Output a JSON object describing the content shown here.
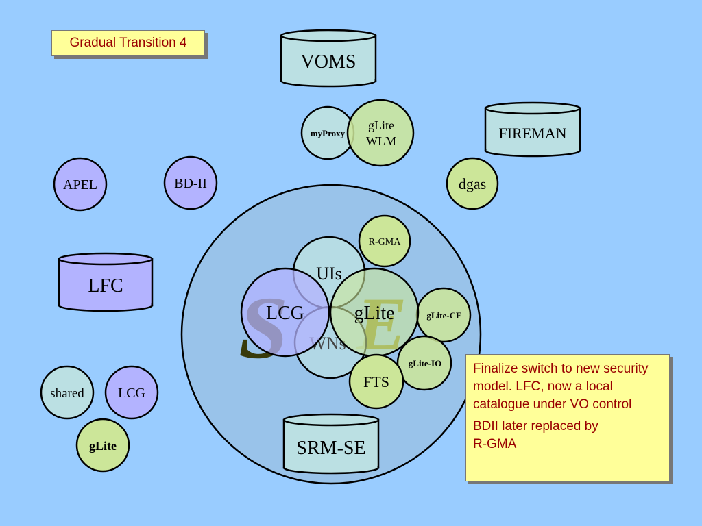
{
  "title": "Gradual Transition 4",
  "labels": {
    "voms": "VOMS",
    "myproxy": "myProxy",
    "glite_wlm_line1": "gLite",
    "glite_wlm_line2": "WLM",
    "fireman": "FIREMAN",
    "dgas": "dgas",
    "apel": "APEL",
    "bdii": "BD-II",
    "lfc": "LFC",
    "rgma": "R-GMA",
    "uis": "UIs",
    "lcg_center": "LCG",
    "glite_center": "gLite",
    "wns": "WNs",
    "glite_ce": "gLite-CE",
    "glite_io": "gLite-IO",
    "fts": "FTS",
    "srm_se": "SRM-SE",
    "legend_shared": "shared",
    "legend_lcg": "LCG",
    "legend_glite": "gLite",
    "watermark_s": "S",
    "watermark_e": "E"
  },
  "note": {
    "paragraph1": "Finalize switch to new security model. LFC, now a local catalogue under VO control",
    "paragraph2_line1": "BDII later replaced by",
    "paragraph2_line2": "R-GMA"
  },
  "colors": {
    "background": "#99ccff",
    "shared": "#bbe0e3",
    "lcg": "#b3b3ff",
    "glite": "#cce699",
    "site_circle": "#99c3ea",
    "note_fill": "#ffff99",
    "note_text": "#990000",
    "watermark_s": "#333300",
    "watermark_e": "#808000"
  }
}
